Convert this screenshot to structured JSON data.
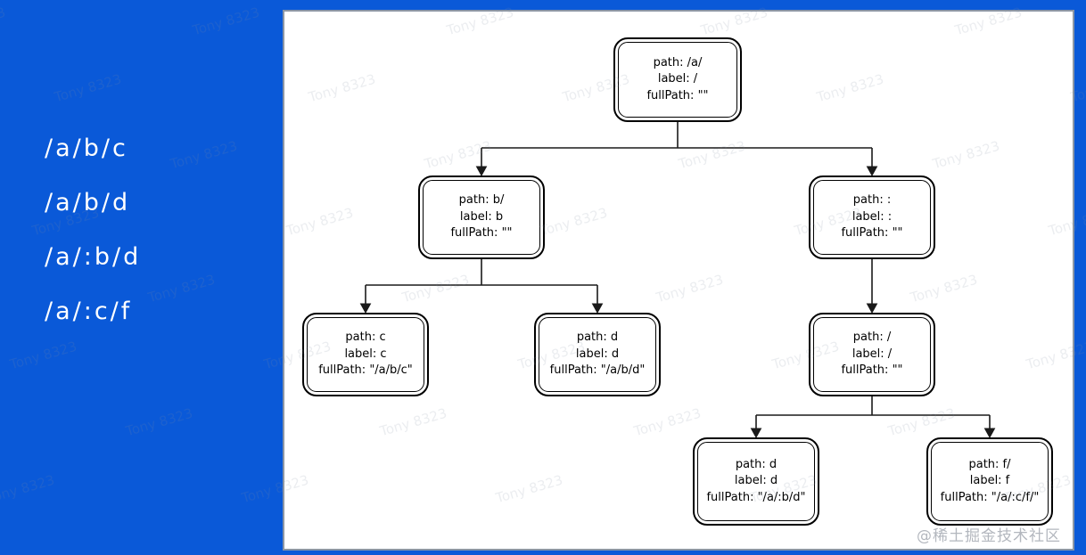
{
  "sidebar": {
    "paths": [
      "/a/b/c",
      "/a/b/d",
      "/a/:b/d",
      "/a/:c/f"
    ]
  },
  "tree": {
    "nodes": [
      {
        "id": "root",
        "path": "path: /a/",
        "label": "label: /",
        "fullPath": "fullPath: \"\""
      },
      {
        "id": "b",
        "path": "path: b/",
        "label": "label: b",
        "fullPath": "fullPath: \"\""
      },
      {
        "id": "param",
        "path": "path: :",
        "label": "label: :",
        "fullPath": "fullPath: \"\""
      },
      {
        "id": "c",
        "path": "path: c",
        "label": "label: c",
        "fullPath": "fullPath: \"/a/b/c\""
      },
      {
        "id": "d1",
        "path": "path: d",
        "label": "label: d",
        "fullPath": "fullPath: \"/a/b/d\""
      },
      {
        "id": "slash",
        "path": "path: /",
        "label": "label: /",
        "fullPath": "fullPath: \"\""
      },
      {
        "id": "d2",
        "path": "path: d",
        "label": "label: d",
        "fullPath": "fullPath: \"/a/:b/d\""
      },
      {
        "id": "f",
        "path": "path: f/",
        "label": "label: f",
        "fullPath": "fullPath: \"/a/:c/f/\""
      }
    ]
  },
  "watermarks": {
    "diagonal_text": "Tony 8323",
    "credit": "@稀土掘金技术社区"
  },
  "colors": {
    "background_blue": "#0a59d8",
    "panel_white": "#ffffff",
    "line_black": "#1a1a1a",
    "credit_gray": "#b3b7be"
  }
}
